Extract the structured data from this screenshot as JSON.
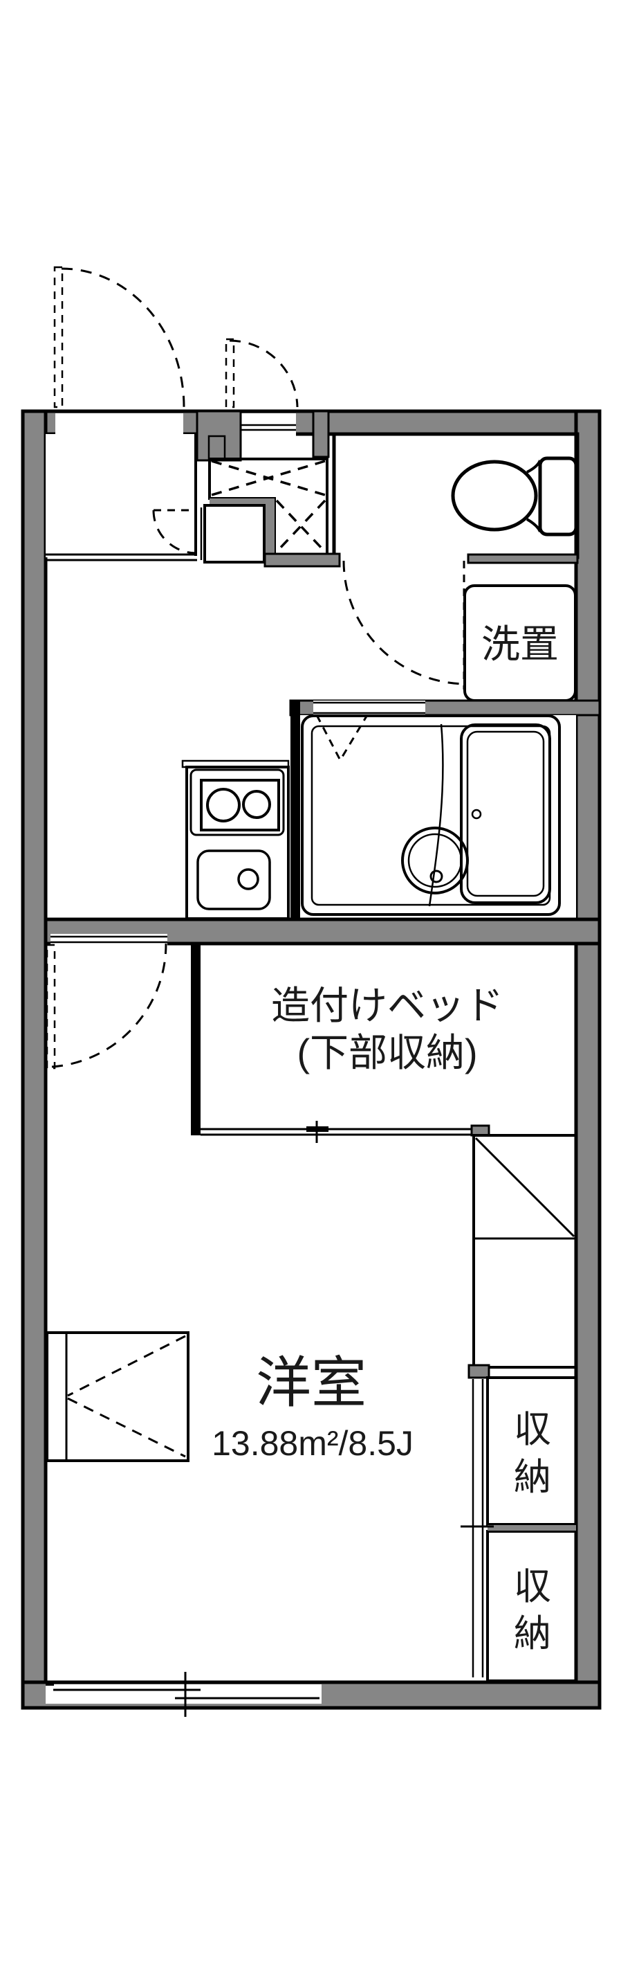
{
  "plan_type": "apartment-floor-plan",
  "colors": {
    "wall": "#868686",
    "water_room": "#dde8f7",
    "storage_fill": "#fbeedb",
    "outline": "#000000",
    "background": "#ffffff"
  },
  "rooms": {
    "washer_space": {
      "label": "洗置"
    },
    "built_in_bed": {
      "line1": "造付けベッド",
      "line2": "(下部収納)"
    },
    "main_room": {
      "name": "洋室",
      "area": "13.88m²/8.5J"
    },
    "storages": [
      {
        "char1": "収",
        "char2": "納"
      },
      {
        "char1": "収",
        "char2": "納"
      }
    ]
  }
}
